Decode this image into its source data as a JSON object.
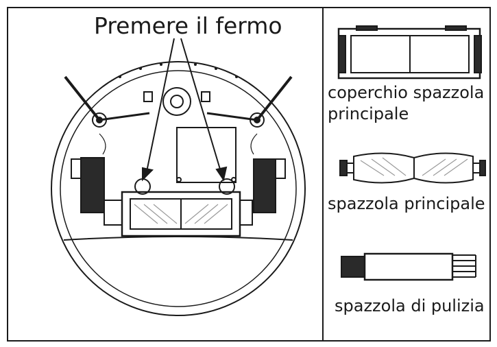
{
  "diagram": {
    "label_main": "Premere il fermo",
    "label_lid_line1": "coperchio spazzola",
    "label_lid_line2": "principale",
    "label_brush": "spazzola principale",
    "label_cleaning": "spazzola di pulizia",
    "colors": {
      "line": "#1a1a1a",
      "fill_dark": "#2a2a2a",
      "fill_gray": "#9a9a9a",
      "background": "#ffffff"
    }
  }
}
